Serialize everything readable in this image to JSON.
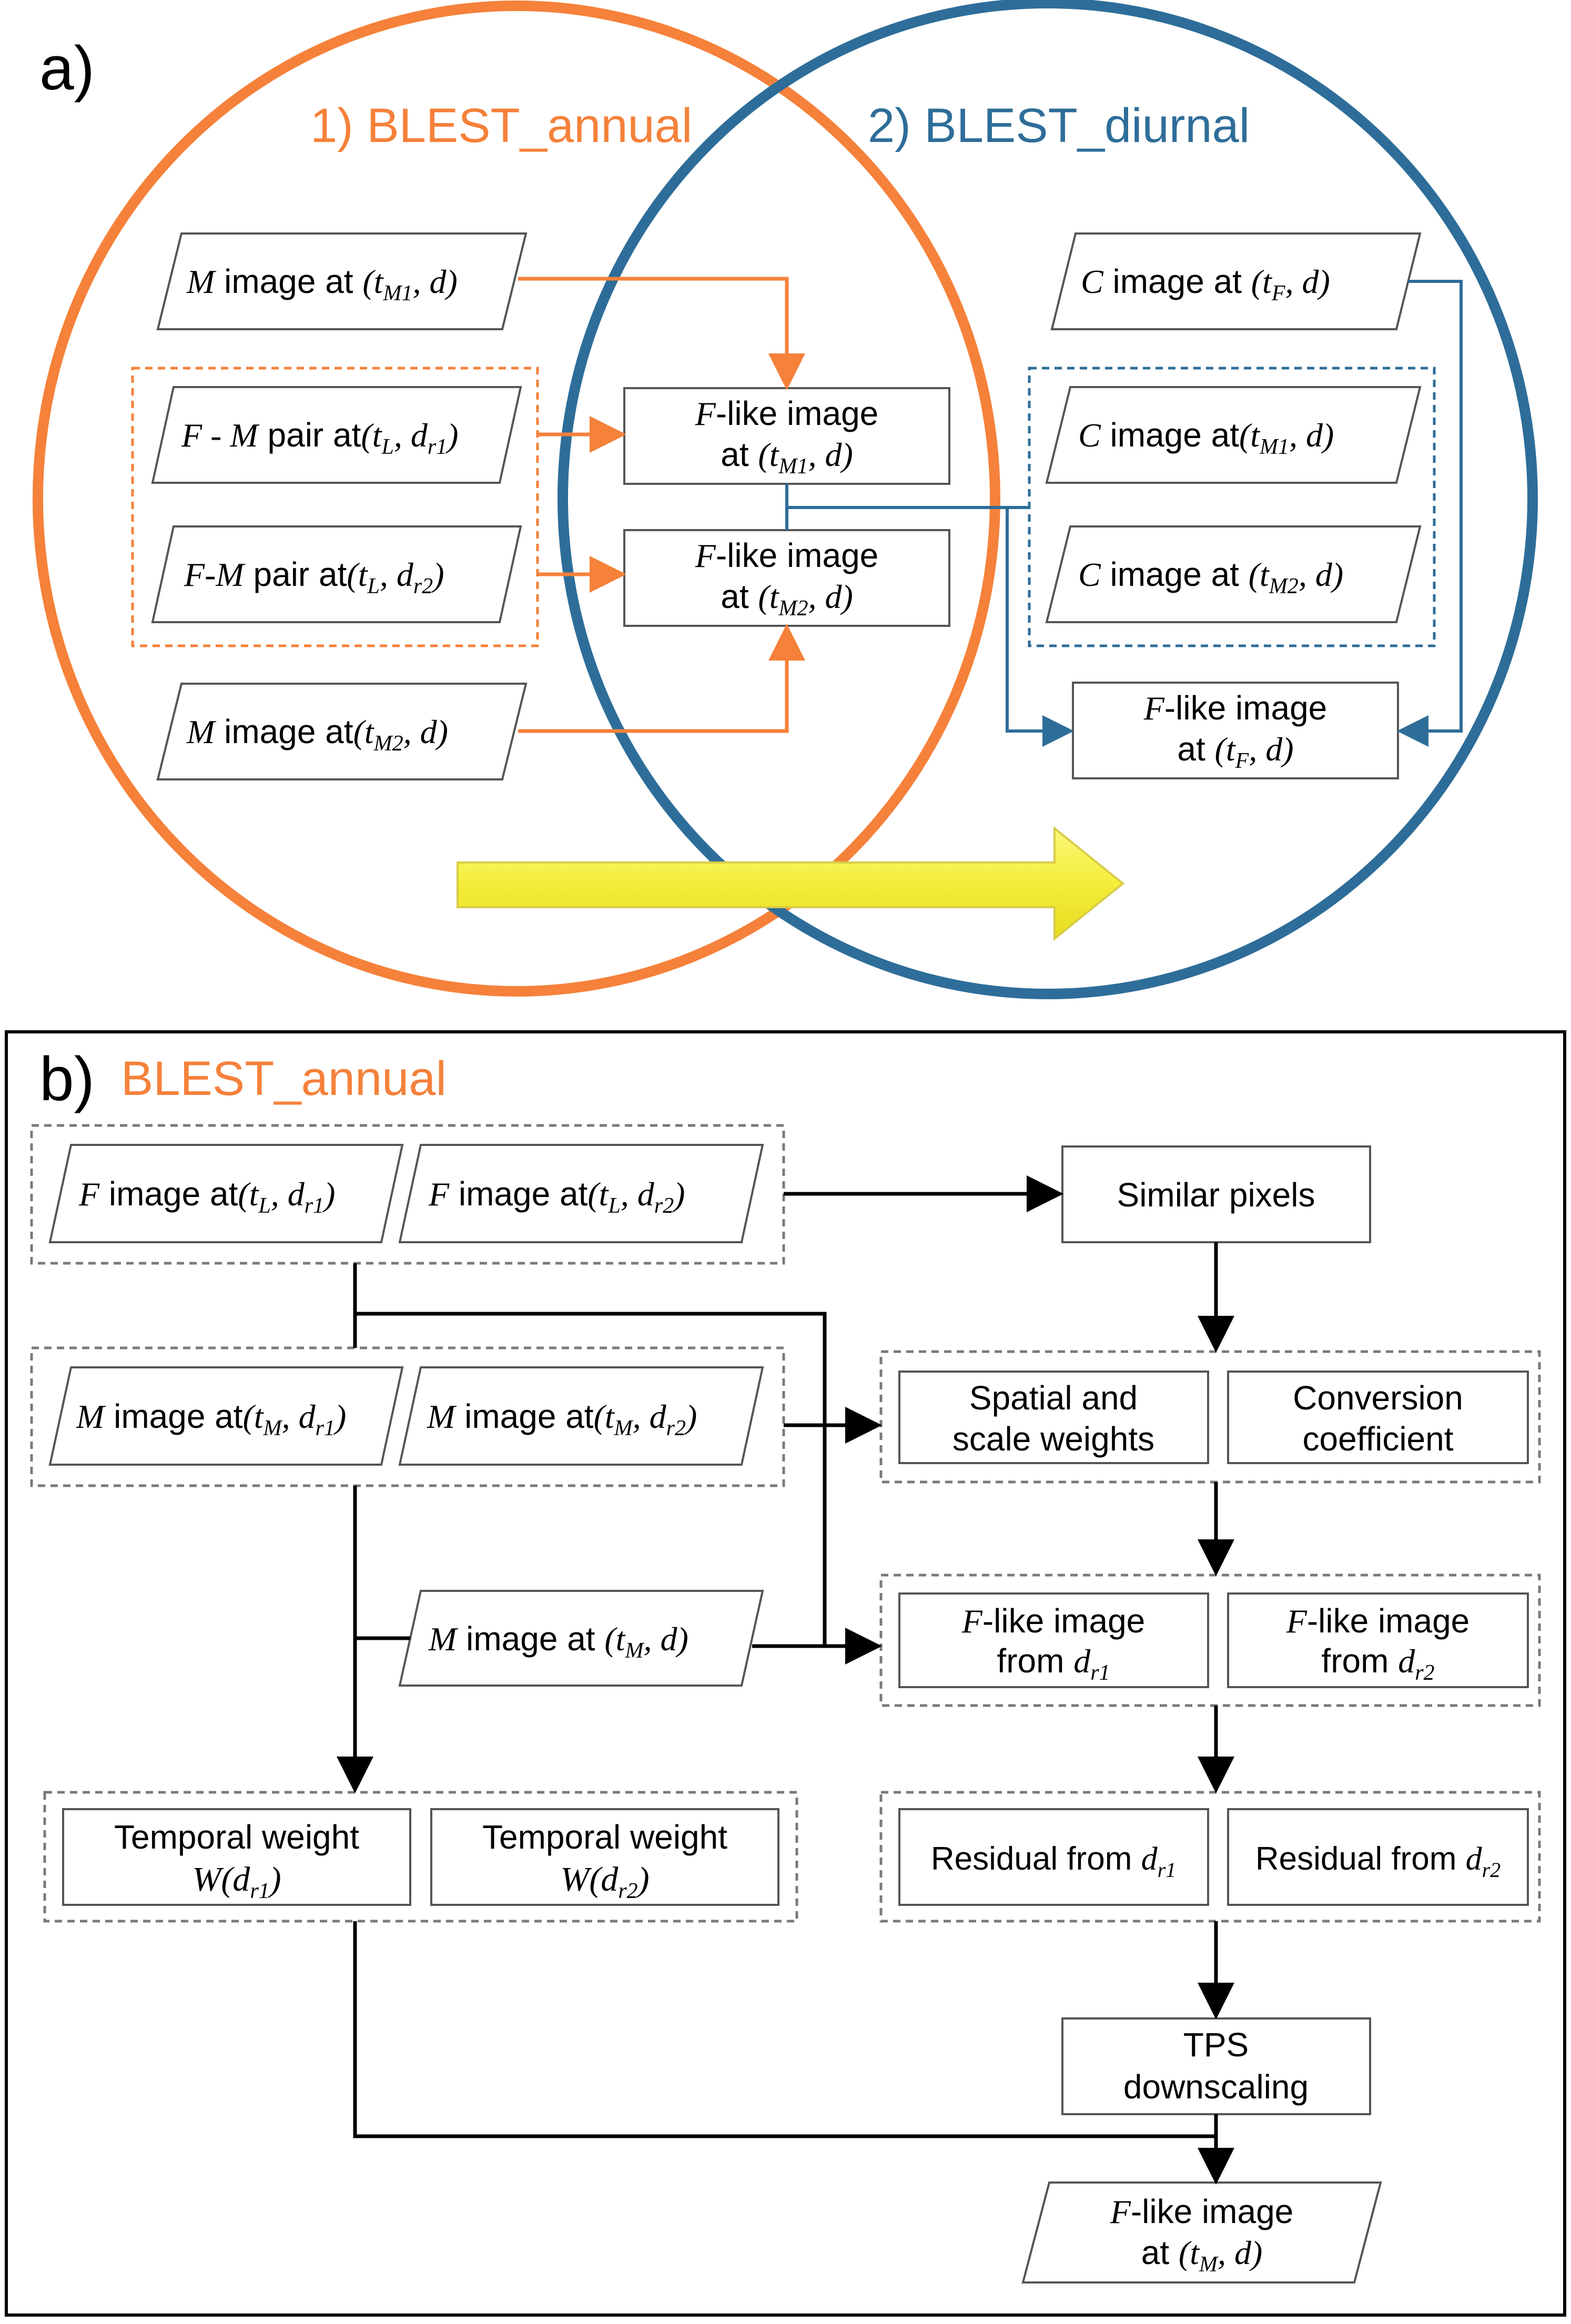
{
  "panel_a": {
    "label": "a)",
    "circle_annual_title": "1) BLEST_annual",
    "circle_diurnal_title": "2) BLEST_diurnal",
    "colors": {
      "orange": "#F5813A",
      "blue": "#2E6D99",
      "yellow": "#F6F24A"
    },
    "input_m1": {
      "var": "M",
      "text": " image at ",
      "arg": "(t",
      "sub": "M1",
      "tail": ", d)"
    },
    "input_pair1": {
      "var": "F - M",
      "text": " pair at",
      "arg": "(t",
      "sub": "L",
      "tail2": ", d",
      "sub2": "r1",
      "end": ")"
    },
    "input_pair2": {
      "var": "F-M",
      "text": " pair at",
      "arg": "(t",
      "sub": "L",
      "tail2": ", d",
      "sub2": "r2",
      "end": ")"
    },
    "input_m2": {
      "var": "M",
      "text": " image at",
      "arg": "(t",
      "sub": "M2",
      "tail": ", d)"
    },
    "flike_m1": {
      "var": "F",
      "line1": "-like image",
      "line2": "at ",
      "arg": "(t",
      "sub": "M1",
      "tail": ", d)"
    },
    "flike_m2": {
      "var": "F",
      "line1": "-like image",
      "line2": "at ",
      "arg": "(t",
      "sub": "M2",
      "tail": ", d)"
    },
    "c_tf": {
      "var": "C",
      "text": " image at ",
      "arg": "(t",
      "sub": "F",
      "tail": ", d)"
    },
    "c_m1": {
      "var": "C",
      "text": " image at",
      "arg": "(t",
      "sub": "M1",
      "tail": ", d)"
    },
    "c_m2": {
      "var": "C",
      "text": " image at ",
      "arg": "(t",
      "sub": "M2",
      "tail": ", d)"
    },
    "flike_tf": {
      "var": "F",
      "line1": "-like image",
      "line2": "at ",
      "arg": "(t",
      "sub": "F",
      "tail": ", d)"
    }
  },
  "panel_b": {
    "label": "b)",
    "title": "BLEST_annual",
    "f_dr1": {
      "var": "F",
      "text": " image at",
      "arg": "(t",
      "sub": "L",
      "tail2": ", d",
      "sub2": "r1",
      "end": ")"
    },
    "f_dr2": {
      "var": "F",
      "text": " image at",
      "arg": "(t",
      "sub": "L",
      "tail2": ", d",
      "sub2": "r2",
      "end": ")"
    },
    "m_dr1": {
      "var": "M",
      "text": " image at",
      "arg": "(t",
      "sub": "M",
      "tail2": ", d",
      "sub2": "r1",
      "end": ")"
    },
    "m_dr2": {
      "var": "M",
      "text": " image at",
      "arg": "(t",
      "sub": "M",
      "tail2": ", d",
      "sub2": "r2",
      "end": ")"
    },
    "m_d": {
      "var": "M",
      "text": " image at ",
      "arg": "(t",
      "sub": "M",
      "tail": ", d)"
    },
    "similar_pixels": "Similar pixels",
    "spatial_l1": "Spatial and",
    "spatial_l2": "scale weights",
    "conversion_l1": "Conversion",
    "conversion_l2": "coefficient",
    "flike_dr1": {
      "var": "F",
      "line1": "-like image",
      "line2": "from ",
      "mv": "d",
      "sub": "r1"
    },
    "flike_dr2": {
      "var": "F",
      "line1": "-like image",
      "line2": "from ",
      "mv": "d",
      "sub": "r2"
    },
    "tw1": {
      "line1": "Temporal weight",
      "mv": "W",
      "arg": "(d",
      "sub": "r1",
      "end": ")"
    },
    "tw2": {
      "line1": "Temporal weight",
      "mv": "W",
      "arg": "(d",
      "sub": "r2",
      "end": ")"
    },
    "resid1": {
      "text": "Residual from ",
      "mv": "d",
      "sub": "r1"
    },
    "resid2": {
      "text": "Residual from ",
      "mv": "d",
      "sub": "r2"
    },
    "tps_l1": "TPS",
    "tps_l2": "downscaling",
    "final": {
      "var": "F",
      "line1": "-like image",
      "line2": "at ",
      "arg": "(t",
      "sub": "M",
      "tail": ", d)"
    }
  }
}
